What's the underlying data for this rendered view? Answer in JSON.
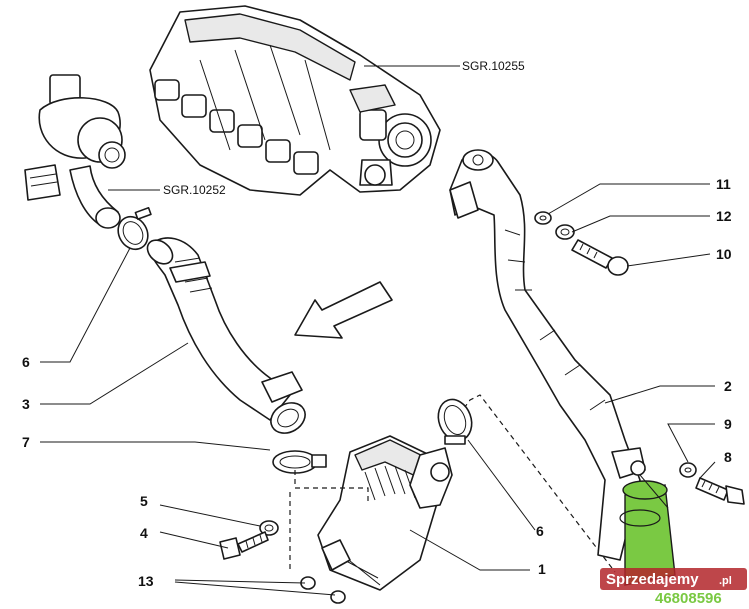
{
  "references": {
    "intake_manifold": "SGR.10255",
    "turbocharger": "SGR.10252"
  },
  "callouts": {
    "c1": "1",
    "c2": "2",
    "c3": "3",
    "c4": "4",
    "c5": "5",
    "c6_left": "6",
    "c6_right": "6",
    "c7": "7",
    "c8": "8",
    "c9": "9",
    "c10": "10",
    "c11": "11",
    "c12": "12",
    "c13": "13"
  },
  "watermark": {
    "brand": "Sprzedajemy",
    "suffix": ".pl",
    "doc_number": "46808596"
  },
  "colors": {
    "highlight": "#7ac943",
    "watermark_bg": "#b3262a",
    "line": "#1a1a1a"
  }
}
